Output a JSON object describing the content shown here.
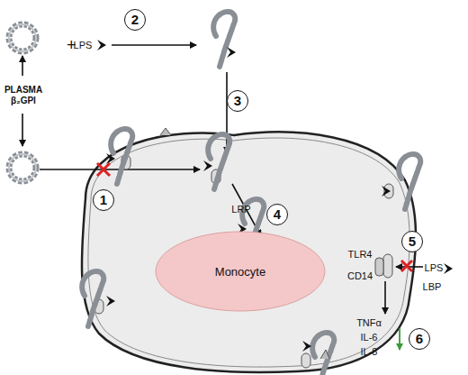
{
  "diagram": {
    "nodes": [
      {
        "text": [
          "Monocyte"
        ]
      }
    ],
    "labels": [
      "2",
      "LPS",
      "3",
      "PLASMA β₂GPI",
      "1",
      "LRP",
      "4",
      "5",
      "TLR4",
      "CD14",
      "LPS",
      "LBP",
      "TNFα",
      "IL-6",
      "IL-8",
      "6"
    ]
  }
}
